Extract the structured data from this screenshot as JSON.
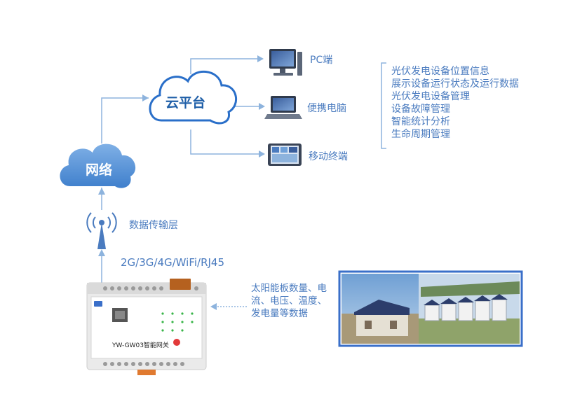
{
  "cloud": {
    "label": "云平台"
  },
  "network": {
    "label": "网络"
  },
  "terminals": [
    {
      "label": "PC端"
    },
    {
      "label": "便携电脑"
    },
    {
      "label": "移动终端"
    }
  ],
  "features": [
    "光伏发电设备位置信息",
    "展示设备运行状态及运行数据",
    "光伏发电设备管理",
    "设备故障管理",
    "智能统计分析",
    "生命周期管理"
  ],
  "transport": {
    "layer_label": "数据传输层",
    "protocols": "2G/3G/4G/WiFi/RJ45"
  },
  "gateway": {
    "label": "YW-GW03智能网关"
  },
  "sensors": {
    "text": "太阳能板数量、电流、电压、温度、发电量等数据"
  },
  "colors": {
    "accent": "#4a7bbf",
    "connector": "#8db3dd",
    "cloud_border": "#2a6fc9"
  }
}
